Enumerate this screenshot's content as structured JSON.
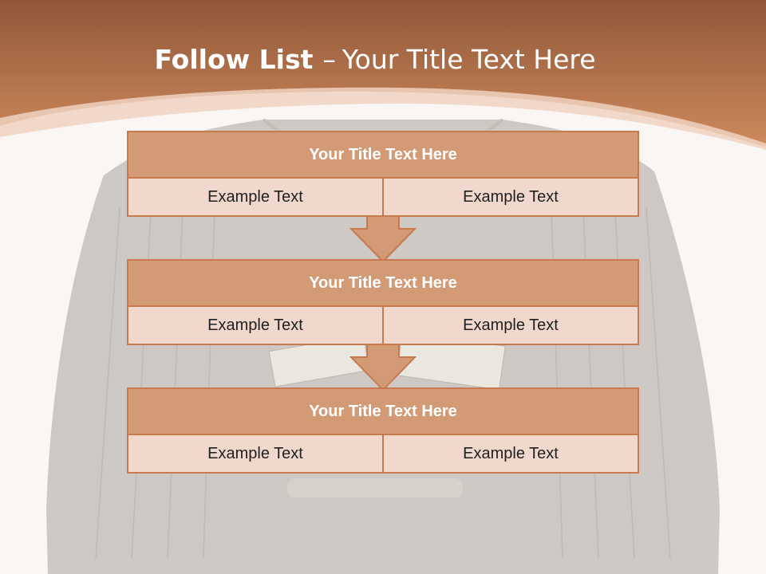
{
  "colors": {
    "accent": "#c87a4e",
    "header_band": "#9a5e3e",
    "block_title_fill": "#d39a76",
    "block_body_fill": "#f0d8cd"
  },
  "slide": {
    "title_bold": "Follow List",
    "title_separator": "–",
    "title_rest": "Your Title Text Here"
  },
  "blocks": [
    {
      "title": "Your Title Text Here",
      "left_text": "Example Text",
      "right_text": "Example Text"
    },
    {
      "title": "Your Title Text Here",
      "left_text": "Example Text",
      "right_text": "Example Text"
    },
    {
      "title": "Your Title Text Here",
      "left_text": "Example Text",
      "right_text": "Example Text"
    }
  ]
}
